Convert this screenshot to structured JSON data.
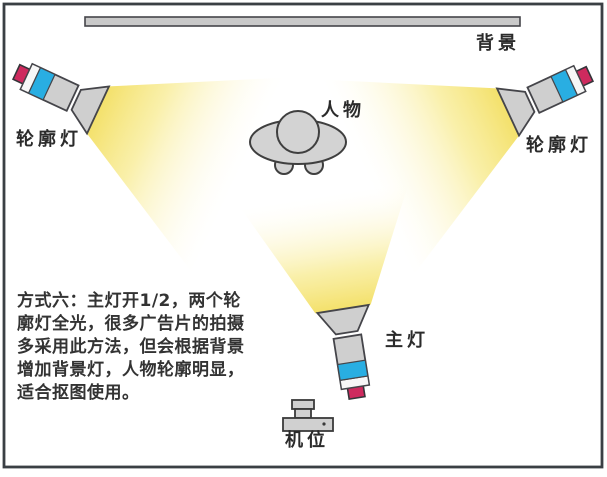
{
  "diagram": {
    "background_label": "背景",
    "subject_label": "人物",
    "rim_light_left_label": "轮廓灯",
    "rim_light_right_label": "轮廓灯",
    "main_light_label": "主灯",
    "camera_label": "机位",
    "description": "方式六：主灯开1/2，两个轮\n廓灯全光，很多广告片的拍摄\n多采用此方法，但会根据背景\n增加背景灯，人物轮廓明显，\n适合抠图使用。",
    "colors": {
      "beam_yellow": "#F3DF63",
      "fixture_gray": "#CFCFCF",
      "band_blue": "#29AEE2",
      "knob_red": "#CE2A5E",
      "subject_gray": "#D3D3D3",
      "background_bar_gray": "#C9C9C9",
      "outline": "#3A3F44"
    }
  }
}
